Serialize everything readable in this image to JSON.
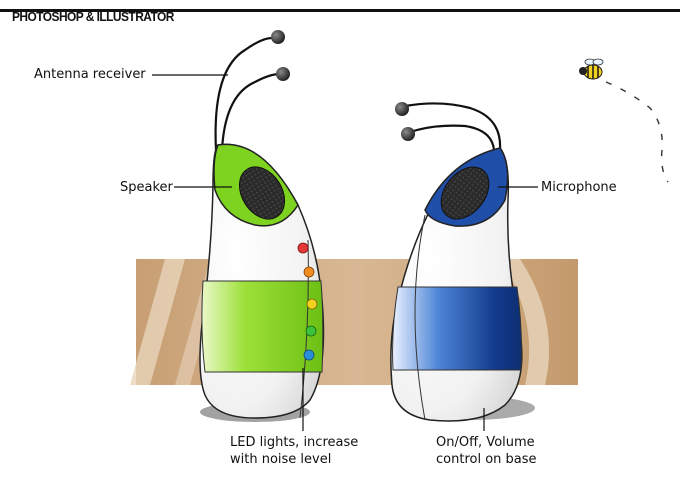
{
  "header": {
    "title": "PHOTOSHOP & ILLUSTRATOR"
  },
  "callouts": {
    "antenna": "Antenna receiver",
    "speaker": "Speaker",
    "microphone": "Microphone",
    "led_line1": "LED lights, increase",
    "led_line2": "with noise level",
    "base_line1": "On/Off, Volume",
    "base_line2": "control on base"
  },
  "colors": {
    "green_device_accent": "#7ed321",
    "blue_device_accent": "#1f4fa8",
    "background_panel": "#c8a37a",
    "led_colors": [
      "#e53935",
      "#f28c1e",
      "#f2d21e",
      "#3cc23c",
      "#2a8fd8"
    ]
  },
  "icons": {
    "insect": "bee-icon"
  }
}
